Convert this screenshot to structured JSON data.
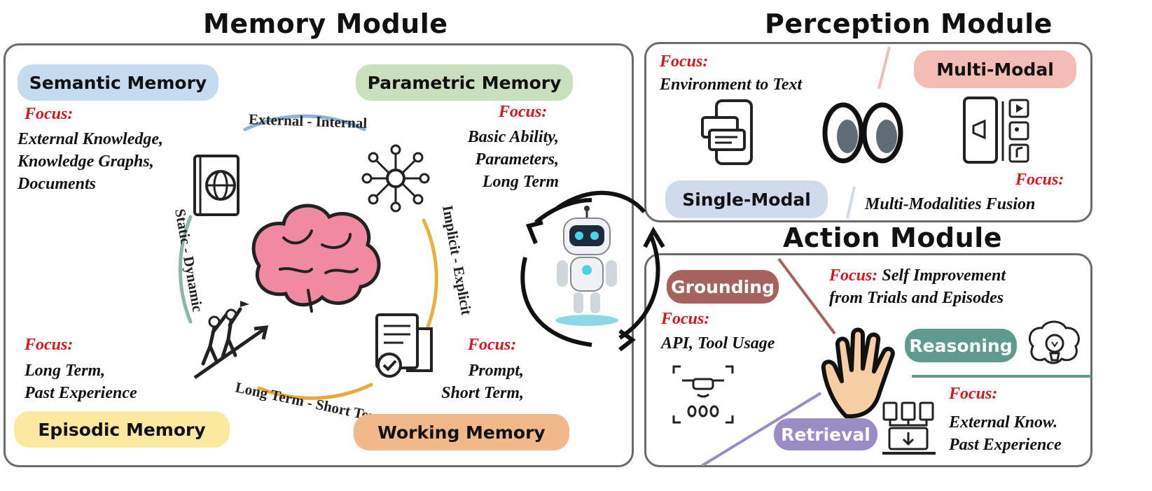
{
  "titles": {
    "memory": "Memory Module",
    "perception": "Perception Module",
    "action": "Action Module"
  },
  "focus_label": "Focus:",
  "memory": {
    "semantic": {
      "label": "Semantic Memory",
      "lines": [
        "External Knowledge,",
        "Knowledge Graphs,",
        "Documents"
      ]
    },
    "parametric": {
      "label": "Parametric Memory",
      "lines": [
        "Basic Ability,",
        "Parameters,",
        "Long Term"
      ]
    },
    "episodic": {
      "label": "Episodic Memory",
      "lines": [
        "Long Term,",
        "Past Experience"
      ]
    },
    "working": {
      "label": "Working Memory",
      "lines": [
        "Prompt,",
        "Short Term,"
      ]
    },
    "arcs": {
      "top": "External - Internal",
      "right": "Implicit - Explicit",
      "bottom": "Long Term - Short Term",
      "left": "Static - Dynamic"
    }
  },
  "perception": {
    "single": {
      "label": "Single-Modal",
      "focus_text": "Environment to Text"
    },
    "multi": {
      "label": "Multi-Modal",
      "focus_text": "Multi-Modalities Fusion"
    }
  },
  "action": {
    "grounding": {
      "label": "Grounding",
      "focus_text": "API, Tool Usage"
    },
    "reasoning": {
      "label": "Reasoning",
      "focus_lines": [
        "Self Improvement",
        "from Trials and Episodes"
      ]
    },
    "retrieval": {
      "label": "Retrieval",
      "lines": [
        "External Know.",
        "Past Experience"
      ]
    }
  },
  "colors": {
    "semantic": "#c5dcf0",
    "parametric": "#c9e0bd",
    "episodic": "#fbe9a0",
    "working": "#f1b98a",
    "single": "#cfdbec",
    "multi": "#f4bdb4",
    "grounding": "#a6625c",
    "reasoning": "#5e9a8e",
    "retrieval": "#9a8cc5",
    "focus": "#d9141b",
    "panel_border": "#6b6b6b"
  },
  "icons": [
    "brain-icon",
    "book-globe-icon",
    "network-icon",
    "climbers-icon",
    "document-check-icon",
    "robot-icon",
    "cycle-arrows-icon",
    "chat-phone-icon",
    "eyes-icon",
    "multimedia-phone-icon",
    "drone-icon",
    "hand-icon",
    "lightbulb-brain-icon",
    "laptop-docs-icon"
  ]
}
